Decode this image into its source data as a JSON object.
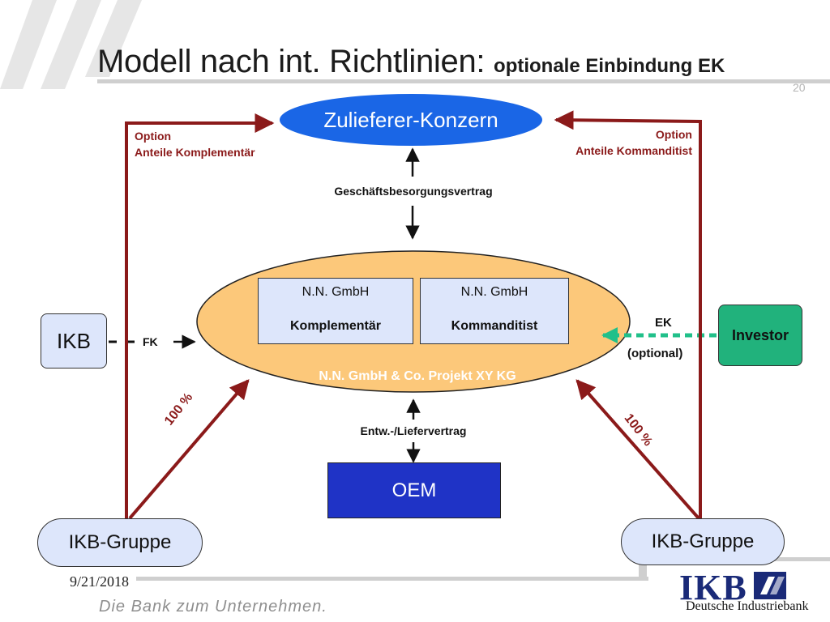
{
  "slide": {
    "title": "Modell nach int. Richtlinien: ",
    "subtitle": "optionale Einbindung EK",
    "page_number": "20",
    "date": "9/21/2018",
    "slogan": "Die Bank zum Unternehmen."
  },
  "logo": {
    "text": "IKB",
    "subtitle": "Deutsche Industriebank"
  },
  "nodes": {
    "zulieferer": "Zulieferer-Konzern",
    "gmbh1_line1": "N.N. GmbH",
    "gmbh1_line2": "Komplementär",
    "gmbh2_line1": "N.N. GmbH",
    "gmbh2_line2": "Kommanditist",
    "project": "N.N. GmbH & Co. Projekt XY KG",
    "ikb": "IKB",
    "investor": "Investor",
    "oem": "OEM",
    "ikb_gruppe_left": "IKB-Gruppe",
    "ikb_gruppe_right": "IKB-Gruppe"
  },
  "labels": {
    "option_left_1": "Option",
    "option_left_2": "Anteile Komplementär",
    "option_right_1": "Option",
    "option_right_2": "Anteile Kommanditist",
    "geschaeft": "Geschäftsbesorgungsvertrag",
    "fk": "FK",
    "ek": "EK",
    "ek_optional": "(optional)",
    "entw": "Entw.-/Liefervertrag",
    "pct_left": "100 %",
    "pct_right": "100 %"
  },
  "colors": {
    "ellipse_blue": "#1a66e6",
    "ellipse_orange": "#fcc87a",
    "box_light_blue": "#dde6fb",
    "oem_blue": "#1f33c6",
    "investor_green": "#21b27c",
    "arrow_red": "#8b1a1a"
  }
}
